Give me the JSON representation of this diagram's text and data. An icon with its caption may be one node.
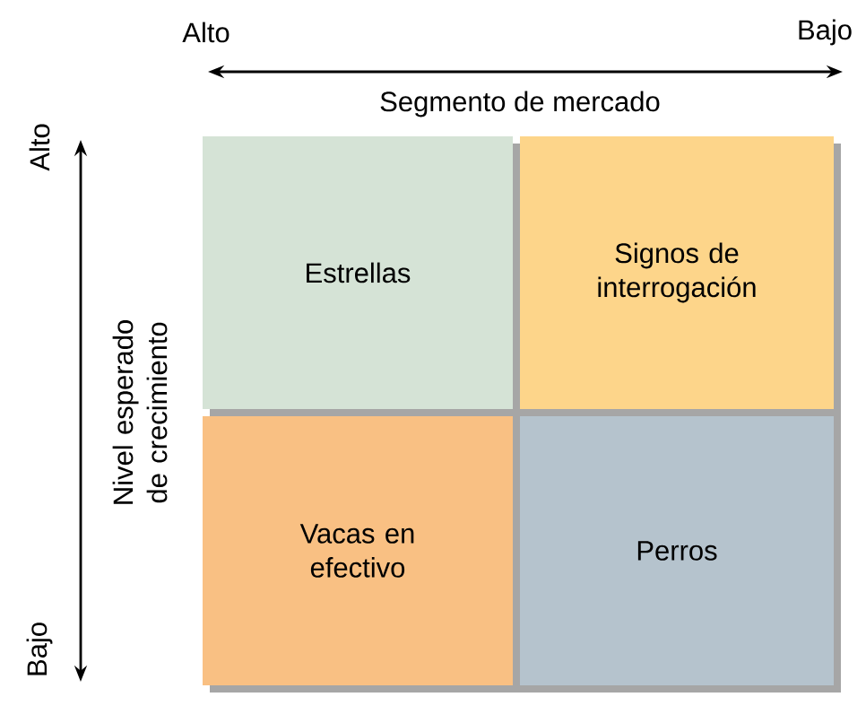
{
  "diagram": {
    "nodes": [
      {
        "text": [
          "Estrellas"
        ]
      },
      {
        "text": [
          "Signos de interrogación"
        ]
      },
      {
        "text": [
          "Vacas en efectivo"
        ]
      },
      {
        "text": [
          "Perros"
        ]
      }
    ],
    "labels": [
      "Alto",
      "Bajo",
      "Segmento de mercado",
      "Alto",
      "Nivel esperado de crecimiento",
      "Bajo"
    ]
  }
}
